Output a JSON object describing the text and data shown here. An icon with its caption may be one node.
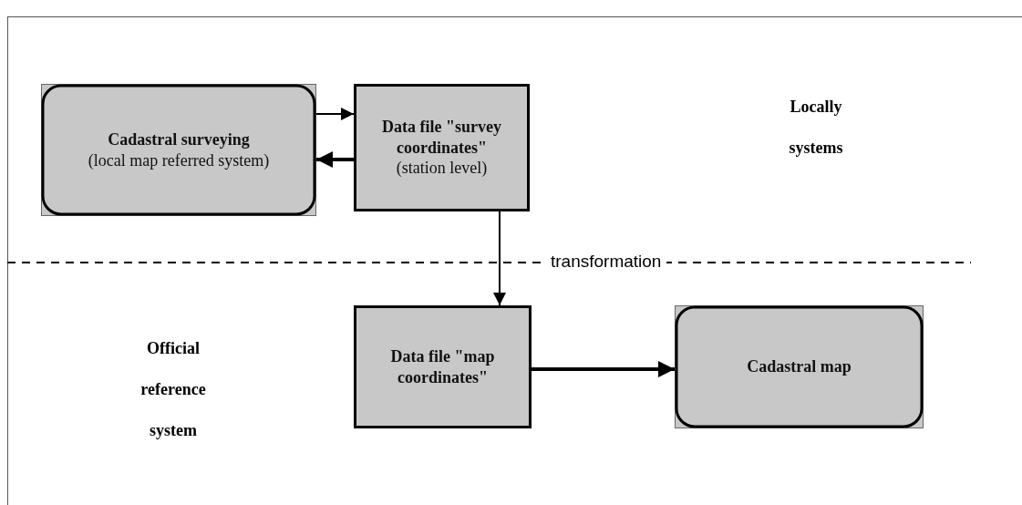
{
  "diagram": {
    "nodes": [
      {
        "text": [
          "Cadastral surveying",
          "(local map referred system)"
        ]
      },
      {
        "text": [
          "Data file \"survey coordinates\"",
          "(station level)"
        ]
      },
      {
        "text": [
          "Data file \"map coordinates\""
        ]
      },
      {
        "text": [
          "Cadastral map"
        ]
      }
    ],
    "edges": [
      {
        "from": 0,
        "to": 1,
        "arrow": "to"
      },
      {
        "from": 1,
        "to": 0,
        "arrow": "to",
        "style": "thick"
      },
      {
        "from": 1,
        "to": 2,
        "arrow": "to",
        "label": "transformation"
      },
      {
        "from": 2,
        "to": 3,
        "arrow": "to",
        "style": "thick"
      }
    ],
    "labels": [
      "Locally systems",
      "Official reference system"
    ]
  }
}
